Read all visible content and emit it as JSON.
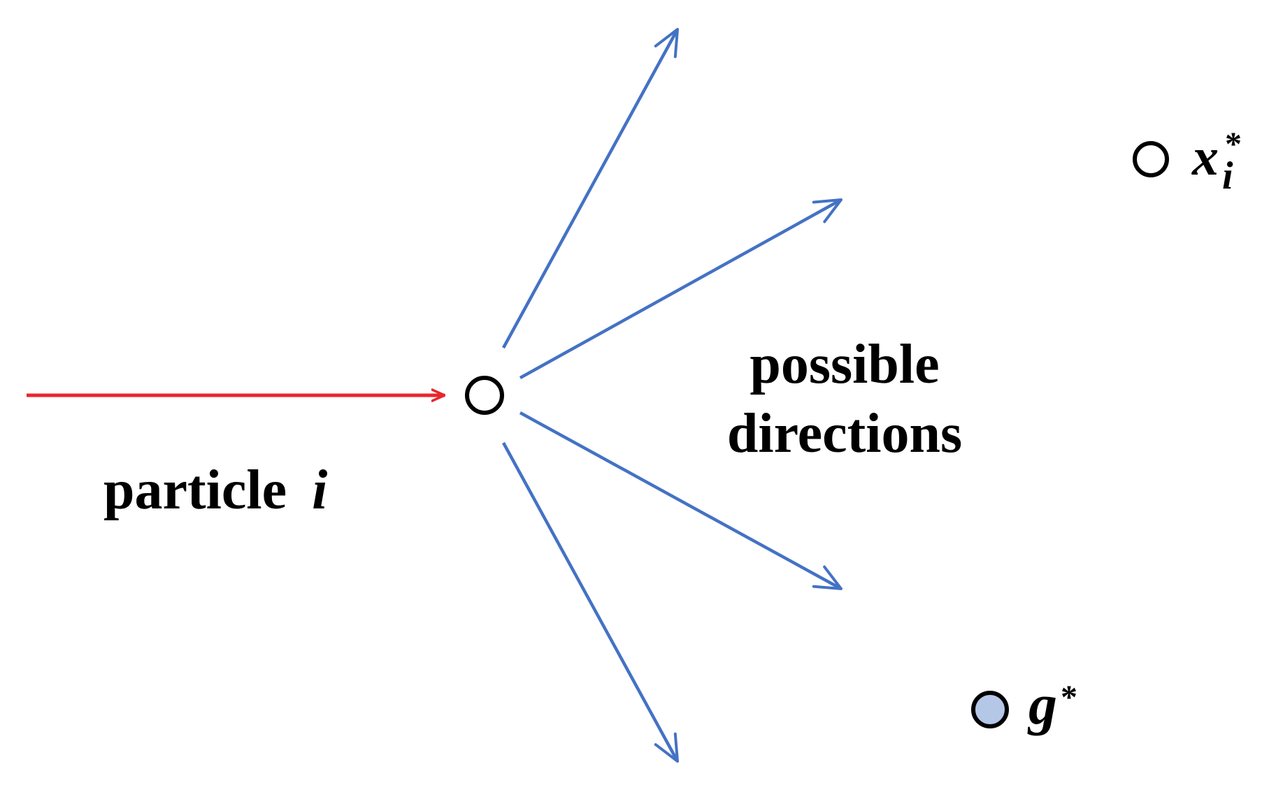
{
  "colors": {
    "incoming_arrow": "#e8262c",
    "direction_arrows": "#4472c4",
    "outline": "#000000",
    "g_star_fill": "#b4c7e7",
    "background": "#ffffff"
  },
  "labels": {
    "particle_word": "particle",
    "particle_symbol": "i",
    "possible_line1": "possible",
    "possible_line2": "directions",
    "x_symbol": "x",
    "x_subscript": "i",
    "x_superscript": "*",
    "g_symbol": "g",
    "g_superscript": "*"
  },
  "direction_count": 4
}
